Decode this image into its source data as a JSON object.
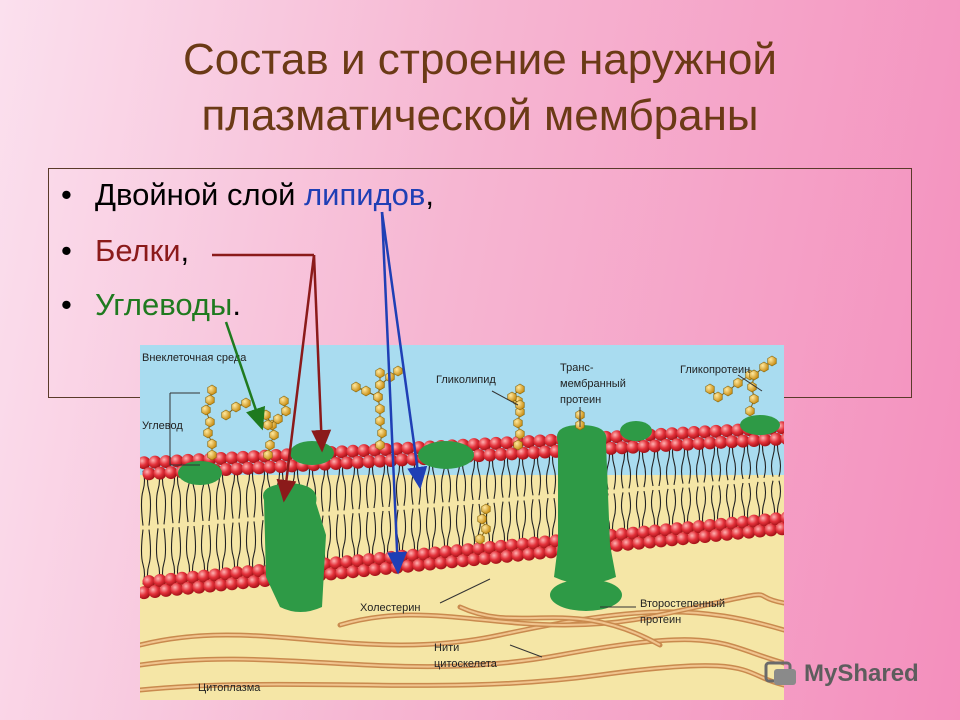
{
  "title": {
    "line1": "Состав и строение наружной",
    "line2": "плазматической мембраны"
  },
  "bullets": [
    {
      "prefix": "Двойной слой ",
      "highlight": "липидов",
      "suffix": ",",
      "color": "#1f3fb5"
    },
    {
      "highlight": "Белки",
      "suffix": ",",
      "color": "#8b1a1a"
    },
    {
      "highlight": "Углеводы",
      "suffix": ".",
      "color": "#1f7a1f"
    }
  ],
  "diagram": {
    "labels": {
      "extracellular": "Внеклеточная среда",
      "carbohydrate": "Углевод",
      "glycolipid": "Гликолипид",
      "transmembrane_1": "Транс-",
      "transmembrane_2": "мембранный",
      "transmembrane_3": "протеин",
      "glycoprotein": "Гликопротеин",
      "cholesterol": "Холестерин",
      "secondary_1": "Второстепенный",
      "secondary_2": "протеин",
      "filaments_1": "Нити",
      "filaments_2": "цитоскелета",
      "cytoplasm": "Цитоплазма"
    },
    "colors": {
      "extracellular": "#a9dcf0",
      "cytoplasm": "#f5e6a6",
      "lipid_head": "#e3313a",
      "protein": "#2e9a46",
      "sugar": "#d8a21e",
      "filament": "#d59a5e"
    }
  },
  "watermark": {
    "text": "MyShared",
    "icon": "myshared-logo-icon"
  }
}
